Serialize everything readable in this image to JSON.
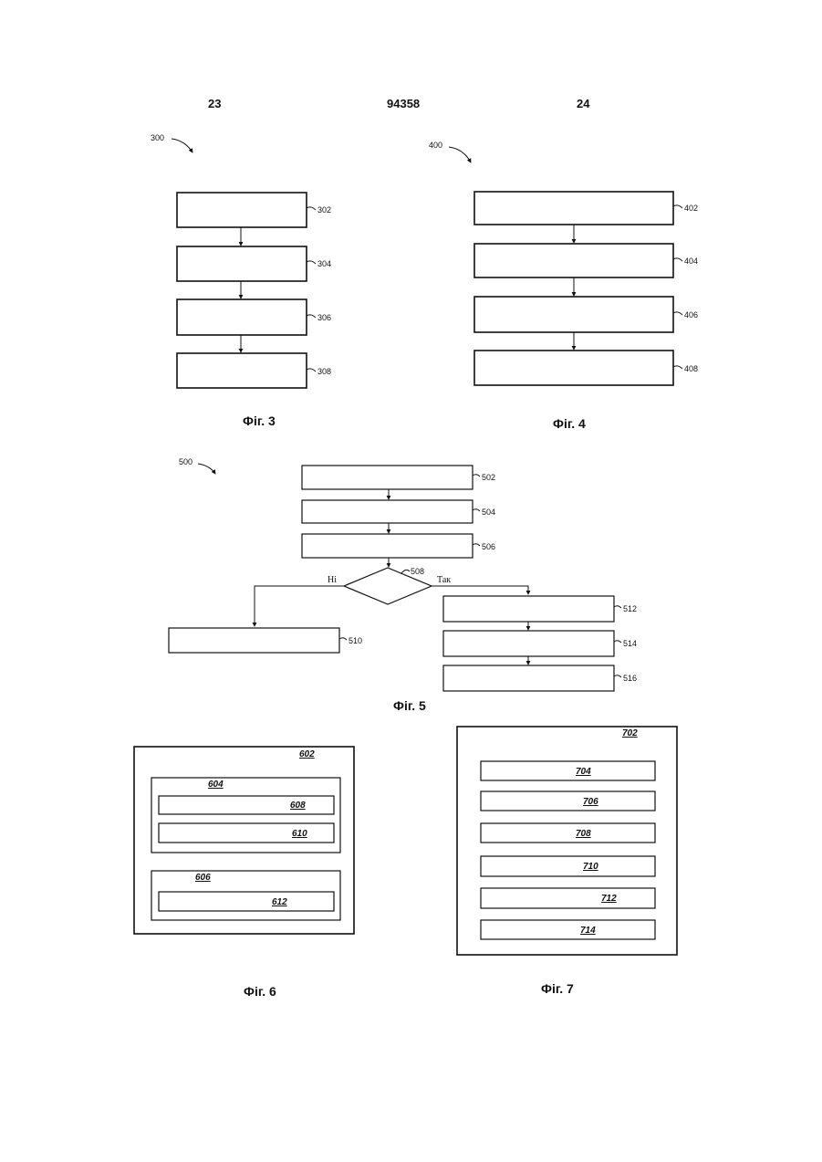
{
  "header": {
    "left_page": "23",
    "doc_number": "94358",
    "right_page": "24"
  },
  "fig3": {
    "ref": "300",
    "steps": [
      "302",
      "304",
      "306",
      "308"
    ],
    "caption": "Фiг. 3"
  },
  "fig4": {
    "ref": "400",
    "steps": [
      "402",
      "404",
      "406",
      "408"
    ],
    "caption": "Фiг. 4"
  },
  "fig5": {
    "ref": "500",
    "steps": [
      "502",
      "504",
      "506"
    ],
    "decision": "508",
    "no_label": "Нi",
    "yes_label": "Так",
    "no_branch": "510",
    "yes_branch": [
      "512",
      "514",
      "516"
    ],
    "caption": "Фiг. 5"
  },
  "fig6": {
    "outer": "602",
    "group_a": "604",
    "group_a_items": [
      "608",
      "610"
    ],
    "group_b": "606",
    "group_b_items": [
      "612"
    ],
    "caption": "Фiг. 6"
  },
  "fig7": {
    "outer": "702",
    "items": [
      "704",
      "706",
      "708",
      "710",
      "712",
      "714"
    ],
    "caption": "Фiг. 7"
  }
}
